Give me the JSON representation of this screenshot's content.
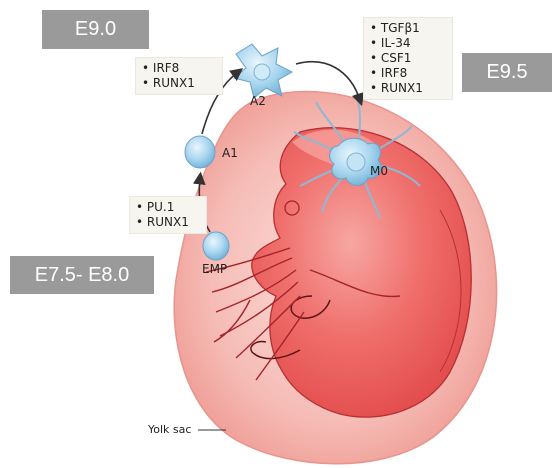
{
  "stages": {
    "e9_0": "E9.0",
    "e9_5": "E9.5",
    "e7_5": "E7.5- E8.0"
  },
  "factor_boxes": {
    "a1_to_a2": [
      "IRF8",
      "RUNX1"
    ],
    "emp_to_a1": [
      "PU.1",
      "RUNX1"
    ],
    "a2_to_m0": [
      "TGFβ1",
      "IL-34",
      "CSF1",
      "IRF8",
      "RUNX1"
    ]
  },
  "cells": {
    "emp": "EMP",
    "a1": "A1",
    "a2": "A2",
    "m0": "M0"
  },
  "yolk_sac": "Yolk sac",
  "colors": {
    "stage_box": "#9a9a9a",
    "cell_fill": "#a9d6ef",
    "yolk_sac": "#f9c9c4",
    "embryo": "#ef5e5c",
    "vessel": "#a6232a"
  }
}
